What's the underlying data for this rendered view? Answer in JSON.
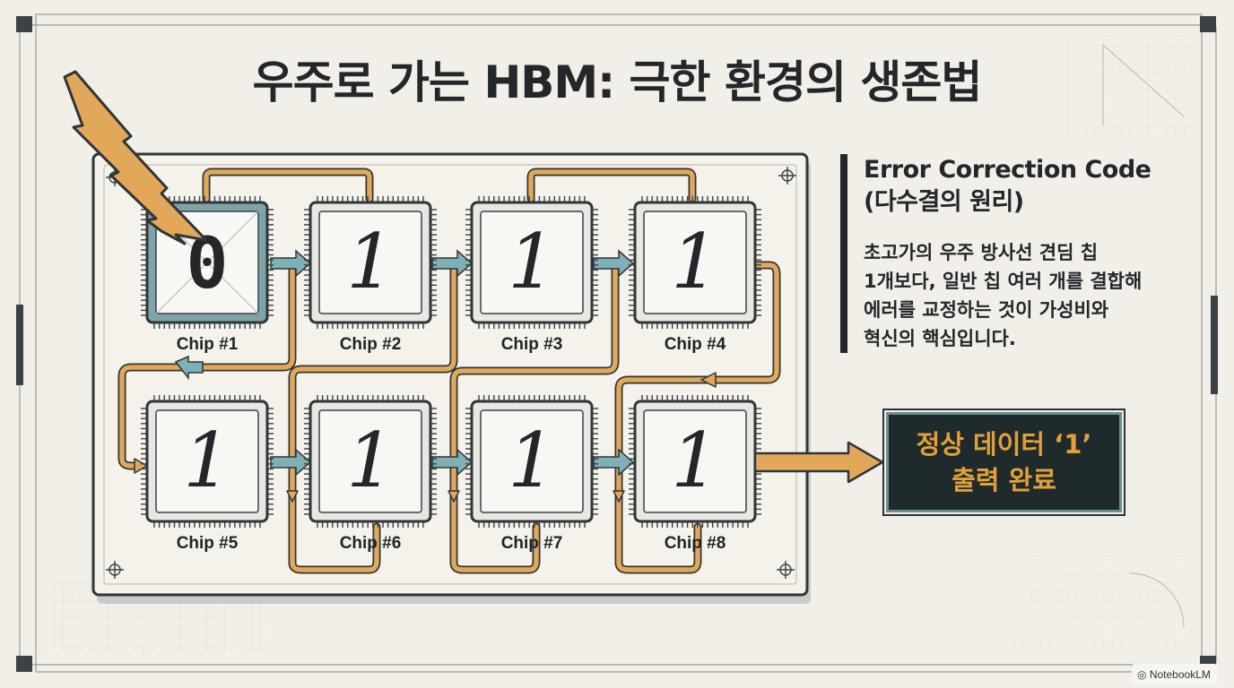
{
  "title": "우주로 가는 HBM: 극한 환경의 생존법",
  "info": {
    "heading_line1": "Error Correction Code",
    "heading_line2": "(다수결의 원리)",
    "body_lines": [
      "초고가의 우주 방사선 견딤 칩",
      "1개보다, 일반 칩 여러 개를 결합해",
      "에러를 교정하는 것이 가성비와",
      "혁신의 핵심입니다."
    ]
  },
  "chips": [
    {
      "label": "Chip #1",
      "value": "0"
    },
    {
      "label": "Chip #2",
      "value": "1"
    },
    {
      "label": "Chip #3",
      "value": "1"
    },
    {
      "label": "Chip #4",
      "value": "1"
    },
    {
      "label": "Chip #5",
      "value": "1"
    },
    {
      "label": "Chip #6",
      "value": "1"
    },
    {
      "label": "Chip #7",
      "value": "1"
    },
    {
      "label": "Chip #8",
      "value": "1"
    }
  ],
  "output": {
    "line1": "정상 데이터 ‘1’",
    "line2": "출력 완료"
  },
  "colors": {
    "background": "#f1efe7",
    "ink": "#23272a",
    "path_orange": "#e2a85a",
    "arrow_teal": "#7fb0b6",
    "output_bg": "#1f2a2c",
    "output_text": "#e2a03a"
  },
  "icons": [
    "lightning-bolt-icon",
    "crosshair-icon"
  ],
  "watermark": "NotebookLM"
}
